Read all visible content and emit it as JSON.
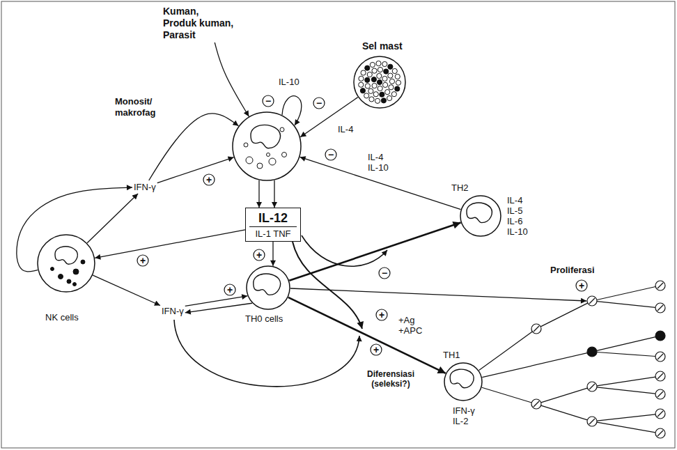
{
  "diagram": {
    "nodes": [
      {
        "text": [
          "Kuman, Produk kuman, Parasit"
        ]
      },
      {
        "text": [
          "Sel mast"
        ]
      },
      {
        "text": [
          "Monosit/ makrofag"
        ]
      },
      {
        "text": [
          "IFN-γ"
        ]
      },
      {
        "text": [
          "IL-12",
          "IL-1 TNF"
        ]
      },
      {
        "text": [
          "NK cells"
        ]
      },
      {
        "text": [
          "IFN-γ"
        ]
      },
      {
        "text": [
          "TH0 cells"
        ]
      },
      {
        "text": [
          "TH2",
          "IL-4 IL-5 IL-6 IL-10"
        ]
      },
      {
        "text": [
          "TH1",
          "IFN-γ IL-2"
        ]
      }
    ],
    "edges": [
      {
        "from": 0,
        "to": 2,
        "arrow": "to"
      },
      {
        "from": 1,
        "to": 2,
        "label": "IL-4",
        "arrow": "to"
      },
      {
        "from": 8,
        "to": 2,
        "label": "IL-4 IL-10",
        "arrow": "to"
      },
      {
        "from": 3,
        "to": 2,
        "arrow": "to"
      },
      {
        "from": 3,
        "to": 2,
        "arrow": "to"
      },
      {
        "from": 2,
        "to": 4,
        "arrow": "to"
      },
      {
        "from": 2,
        "to": 4,
        "arrow": "to"
      },
      {
        "from": 4,
        "to": 5,
        "arrow": "to"
      },
      {
        "from": 4,
        "to": 7,
        "arrow": "to"
      },
      {
        "from": 5,
        "to": 3,
        "arrow": "to"
      },
      {
        "from": 5,
        "to": 3,
        "arrow": "to"
      },
      {
        "from": 5,
        "to": 6,
        "arrow": "to"
      },
      {
        "from": 6,
        "to": 7,
        "arrow": "to"
      },
      {
        "from": 7,
        "to": 6,
        "arrow": "to"
      },
      {
        "from": 7,
        "to": 8,
        "arrow": "to"
      },
      {
        "from": 7,
        "to": 9,
        "label": "+Ag +APC",
        "arrow": "to"
      }
    ],
    "labels": [
      "IL-10",
      "−",
      "−",
      "−",
      "+",
      "+",
      "+",
      "+",
      "−",
      "+",
      "+",
      "+",
      "Proliferasi",
      "Diferensiasi (seleksi?)"
    ]
  }
}
